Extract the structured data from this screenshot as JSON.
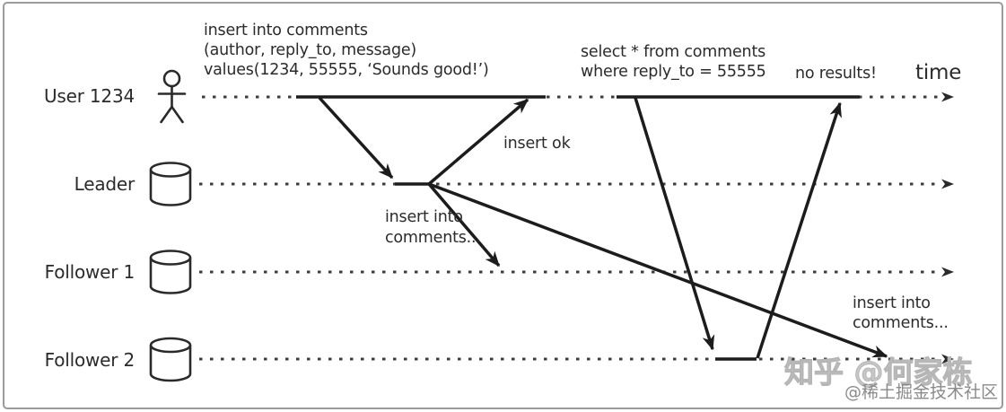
{
  "diagram": {
    "type": "sequence-diagram",
    "time_label": "time",
    "actors": [
      {
        "id": "user",
        "label": "User 1234",
        "icon": "person-icon"
      },
      {
        "id": "leader",
        "label": "Leader",
        "icon": "database-icon"
      },
      {
        "id": "follower1",
        "label": "Follower 1",
        "icon": "database-icon"
      },
      {
        "id": "follower2",
        "label": "Follower 2",
        "icon": "database-icon"
      }
    ],
    "messages": {
      "insert_query": "insert into comments\n(author, reply_to, message)\nvalues(1234, 55555, ‘Sounds good!’)",
      "insert_ok": "insert ok",
      "replicate_to_follower1": "insert into\ncomments...",
      "select_query": "select * from comments\nwhere reply_to = 55555",
      "no_results": "no results!",
      "replicate_to_follower2": "insert into\ncomments..."
    },
    "colors": {
      "line": "#1c1c1c",
      "dashed_line": "#3d3d3d",
      "text": "#2b2b2b",
      "border": "#9b9b9b",
      "watermark_light": "#c7c7c7",
      "watermark_gray": "#8a8a8a"
    },
    "watermarks": {
      "zhihu": "知乎 @何家栋",
      "juejin": "@稀土掘金技术社区"
    }
  }
}
